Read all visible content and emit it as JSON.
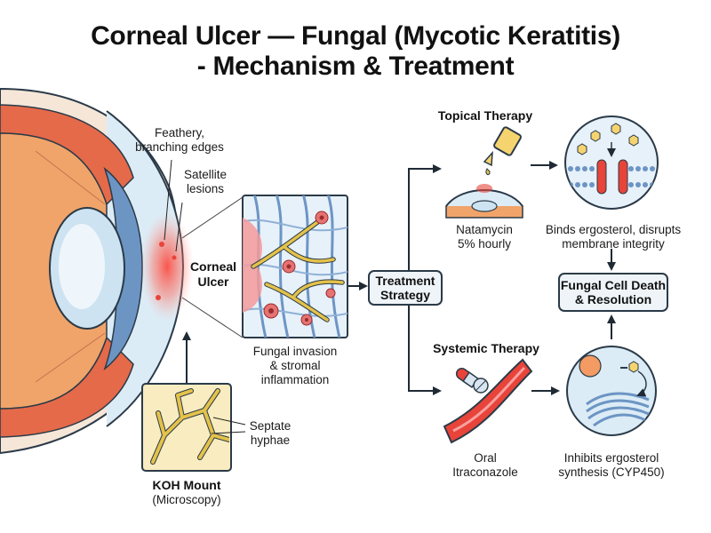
{
  "title": {
    "line1": "Corneal Ulcer — Fungal (Mycotic Keratitis)",
    "line2": "- Mechanism & Treatment"
  },
  "eye": {
    "edges_label": [
      "Feathery,",
      "branching edges"
    ],
    "satellite_label": [
      "Satellite",
      "lesions"
    ],
    "ulcer_label": [
      "Corneal",
      "Ulcer"
    ]
  },
  "invasion": {
    "caption": [
      "Fungal invasion",
      "& stromal",
      "inflammation"
    ]
  },
  "koh": {
    "septate_label": [
      "Septate",
      "hyphae"
    ],
    "title": "KOH Mount",
    "subtitle": "(Microscopy)"
  },
  "strategy": {
    "label": [
      "Treatment",
      "Strategy"
    ]
  },
  "topical": {
    "header": "Topical Therapy",
    "drug": [
      "Natamycin",
      "5% hourly"
    ],
    "mechanism": [
      "Binds ergosterol, disrupts",
      "membrane integrity"
    ]
  },
  "outcome": {
    "label": [
      "Fungal Cell Death",
      "& Resolution"
    ]
  },
  "systemic": {
    "header": "Systemic Therapy",
    "drug": [
      "Oral",
      "Itraconazole"
    ],
    "mechanism": [
      "Inhibits ergosterol",
      "synthesis (CYP450)"
    ]
  },
  "colors": {
    "outline": "#2b3a48",
    "sclera_orange": "#f0a46a",
    "iris_blue": "#6c95c4",
    "lesion_red": "#e8443a",
    "hyphae_yellow": "#e4c24a",
    "box_fill": "#eef4f8"
  }
}
